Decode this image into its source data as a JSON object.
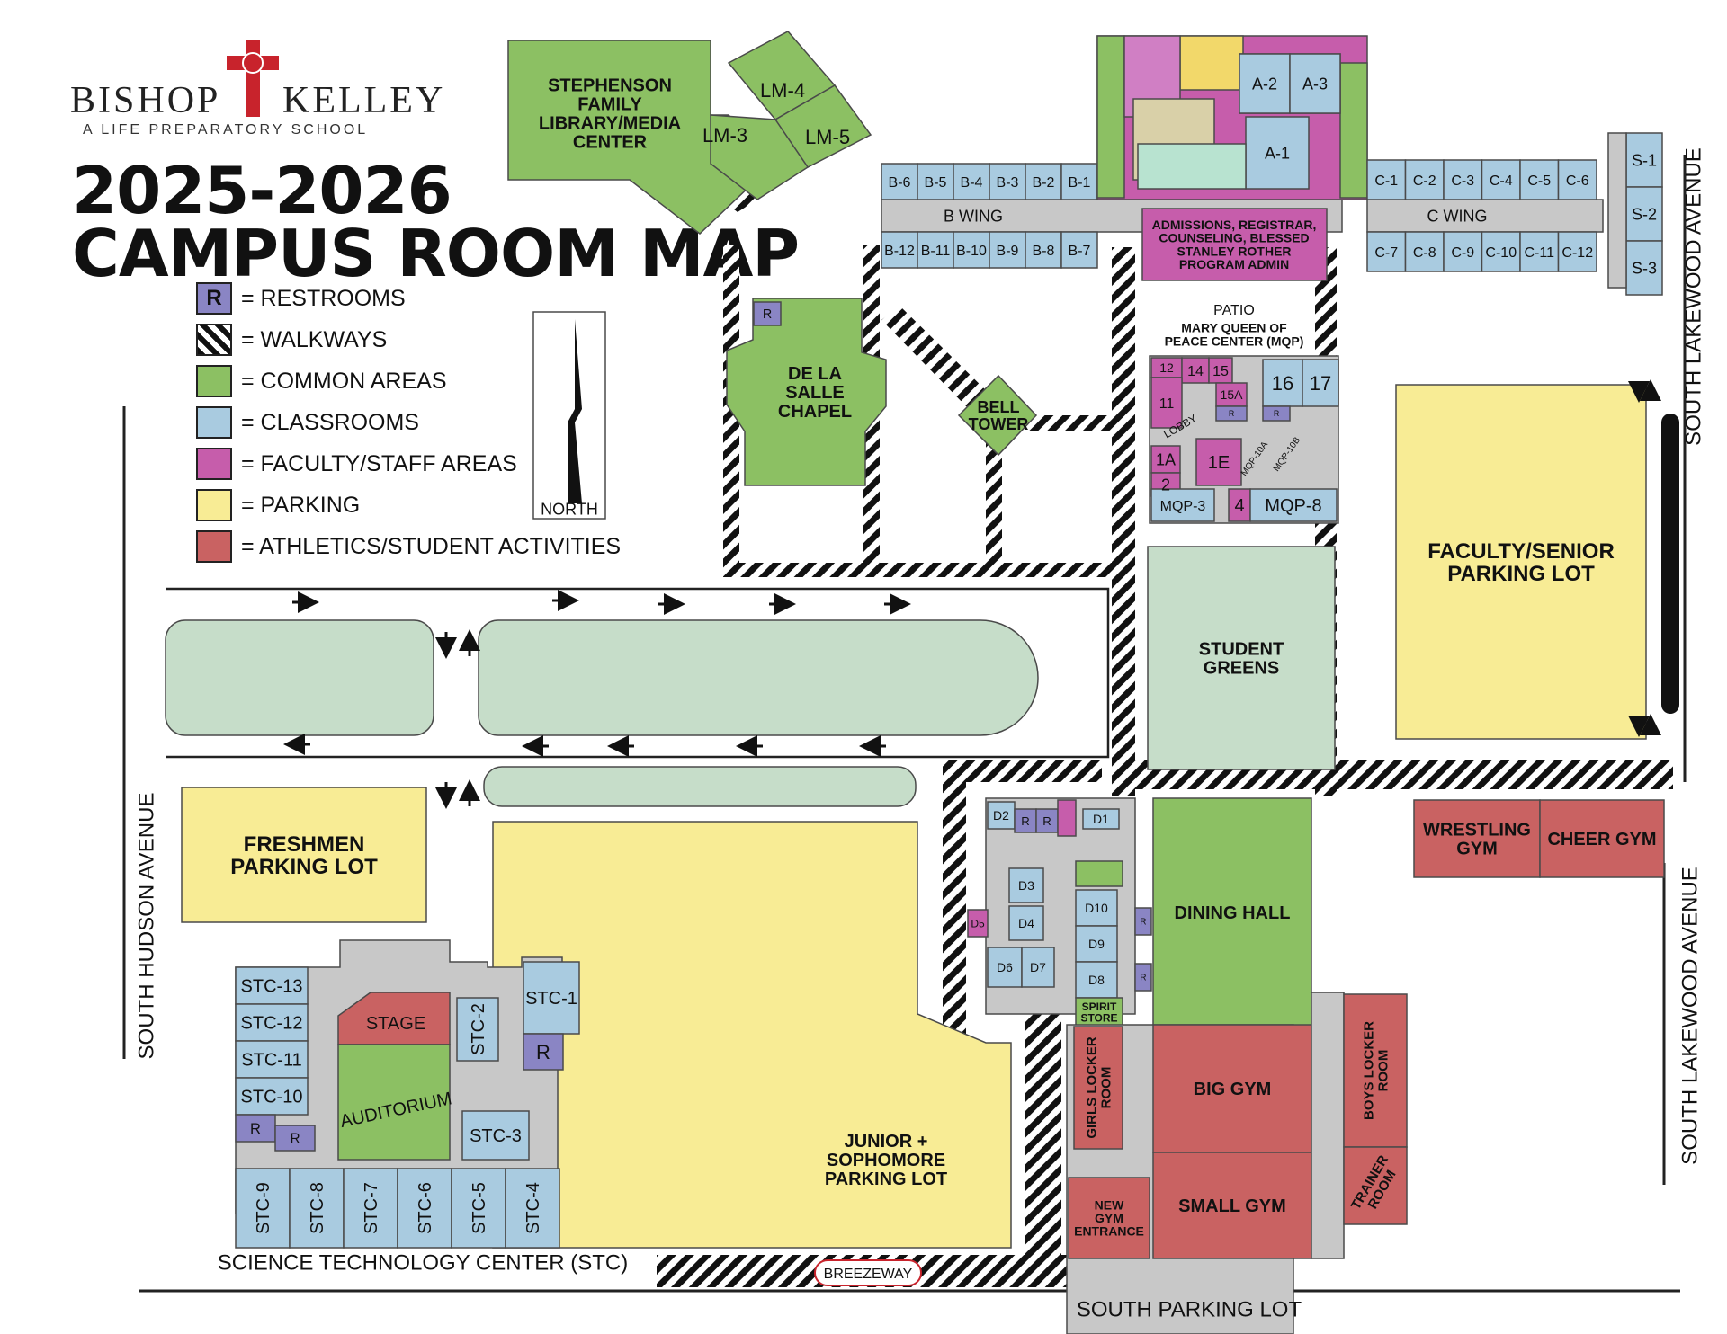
{
  "header": {
    "school_left": "BISHOP",
    "school_right": "KELLEY",
    "tagline": "A LIFE PREPARATORY SCHOOL",
    "title_line1": "2025-2026",
    "title_line2": "CAMPUS ROOM MAP"
  },
  "legend": [
    {
      "key": "restrooms",
      "symbol": "R",
      "label": "= RESTROOMS",
      "color": "#8a85c4"
    },
    {
      "key": "walkways",
      "symbol": "",
      "label": "= WALKWAYS",
      "color": "hatch"
    },
    {
      "key": "common",
      "symbol": "",
      "label": "= COMMON AREAS",
      "color": "#8cc063"
    },
    {
      "key": "classrooms",
      "symbol": "",
      "label": "= CLASSROOMS",
      "color": "#a9cbe0"
    },
    {
      "key": "faculty",
      "symbol": "",
      "label": "= FACULTY/STAFF AREAS",
      "color": "#c65dab"
    },
    {
      "key": "parking",
      "symbol": "",
      "label": "= PARKING",
      "color": "#f8ec95"
    },
    {
      "key": "athletics",
      "symbol": "",
      "label": "= ATHLETICS/STUDENT ACTIVITIES",
      "color": "#c96262"
    }
  ],
  "north_label": "NORTH",
  "colors": {
    "common": "#8cc063",
    "classroom": "#a9cbe0",
    "faculty": "#c65dab",
    "parking": "#f8ec95",
    "athletics": "#c96262",
    "restroom": "#8a85c4",
    "hall": "#c8c8c8",
    "green_island": "#c6ddc9",
    "mechanical": "#f2d86a",
    "stroke": "#4a4a4a",
    "logo_cross": "#c8232c"
  },
  "streets": {
    "west": "SOUTH HUDSON AVENUE",
    "east_upper": "SOUTH LAKEWOOD AVENUE",
    "east_lower": "SOUTH LAKEWOOD AVENUE",
    "south": "SOUTH PARKING LOT"
  },
  "areas": {
    "library": "STEPHENSON\nFAMILY\nLIBRARY/MEDIA\nCENTER",
    "lm4": "LM-4",
    "lm3": "LM-3",
    "lm5": "LM-5",
    "chapel": "DE LA\nSALLE\nCHAPEL",
    "bell_tower": "BELL\nTOWER",
    "b_wing": "B WING",
    "c_wing": "C WING",
    "admissions": "ADMISSIONS, REGISTRAR,\nCOUNSELING, BLESSED\nSTANLEY ROTHER\nPROGRAM ADMIN",
    "patio": "PATIO",
    "mqp": "MARY QUEEN OF\nPEACE CENTER (MQP)",
    "lobby": "LOBBY",
    "student_greens": "STUDENT\nGREENS",
    "faculty_lot": "FACULTY/SENIOR\nPARKING LOT",
    "freshmen_lot": "FRESHMEN\nPARKING LOT",
    "junior_lot": "JUNIOR +\nSOPHOMORE\nPARKING LOT",
    "stage": "STAGE",
    "auditorium": "AUDITORIUM",
    "stc_label": "SCIENCE TECHNOLOGY CENTER (STC)",
    "dining": "DINING HALL",
    "big_gym": "BIG GYM",
    "small_gym": "SMALL GYM",
    "girls_locker": "GIRLS LOCKER\nROOM",
    "boys_locker": "BOYS LOCKER\nROOM",
    "trainer": "TRAINER\nROOM",
    "new_gym": "NEW\nGYM\nENTRANCE",
    "spirit": "SPIRIT\nSTORE",
    "wrestling": "WRESTLING\nGYM",
    "cheer": "CHEER GYM",
    "breezeway": "BREEZEWAY"
  },
  "rooms": {
    "b_top": [
      "B-6",
      "B-5",
      "B-4",
      "B-3",
      "B-2",
      "B-1"
    ],
    "b_bottom": [
      "B-12",
      "B-11",
      "B-10",
      "B-9",
      "B-8",
      "B-7"
    ],
    "c_top": [
      "C-1",
      "C-2",
      "C-3",
      "C-4",
      "C-5",
      "C-6"
    ],
    "c_bottom": [
      "C-7",
      "C-8",
      "C-9",
      "C-10",
      "C-11",
      "C-12"
    ],
    "s_rooms": [
      "S-1",
      "S-2",
      "S-3"
    ],
    "a_rooms": [
      "A-2",
      "A-3",
      "A-1"
    ],
    "mqp_rooms": [
      "12",
      "14",
      "15",
      "11",
      "15A",
      "16",
      "17",
      "1A",
      "2",
      "1E",
      "MQP-10A",
      "MQP-10B",
      "MQP-3",
      "4",
      "MQP-8"
    ],
    "d_rooms": [
      "D2",
      "D1",
      "D3",
      "D4",
      "D5",
      "D6",
      "D7",
      "D10",
      "D9",
      "D8"
    ],
    "stc_left": [
      "STC-13",
      "STC-12",
      "STC-11",
      "STC-10"
    ],
    "stc_bottom": [
      "STC-9",
      "STC-8",
      "STC-7",
      "STC-6",
      "STC-5",
      "STC-4"
    ],
    "stc_misc": [
      "STC-1",
      "STC-2",
      "STC-3"
    ],
    "restroom": "R"
  }
}
